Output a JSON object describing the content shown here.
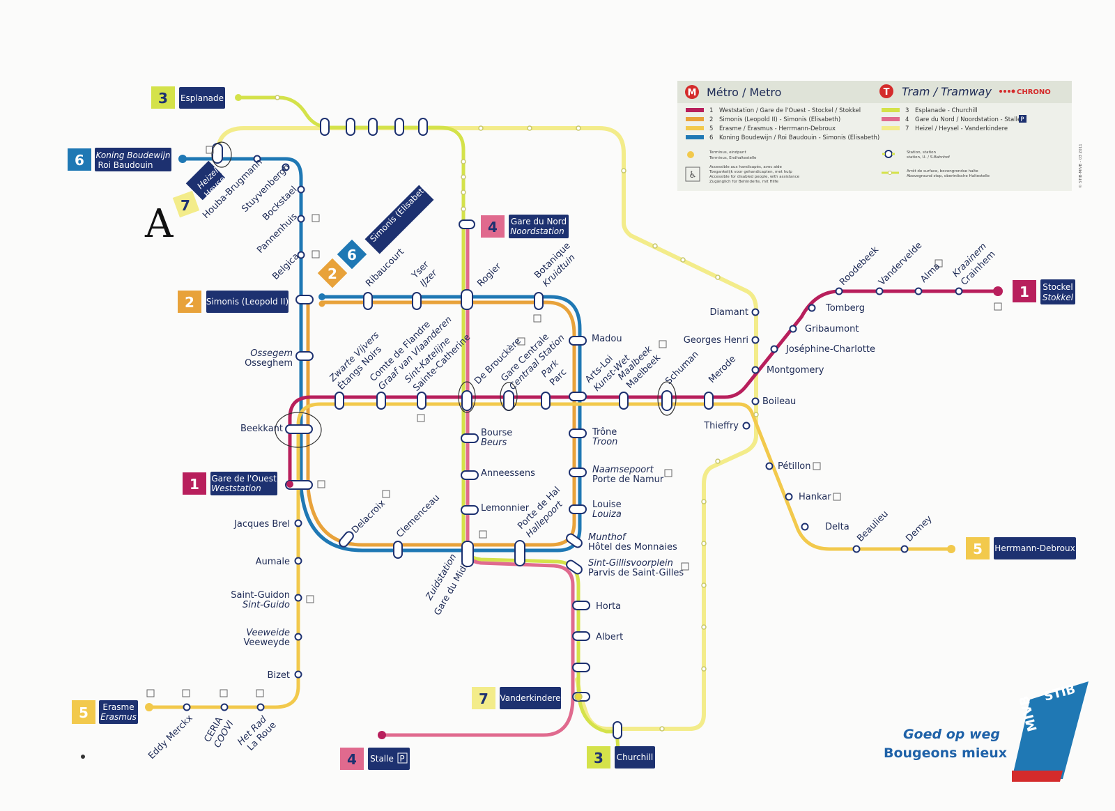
{
  "legend": {
    "metro_title": "Métro / Metro",
    "tram_title": "Tram / Tramway",
    "chrono": "CHRONO",
    "metro_lines": [
      {
        "num": "1",
        "color": "#b81f5c",
        "text": "Weststation / Gare de l'Ouest - Stockel / Stokkel"
      },
      {
        "num": "2",
        "color": "#e8a23a",
        "text": "Simonis (Leopold II) - Simonis (Elisabeth)"
      },
      {
        "num": "5",
        "color": "#f2c94c",
        "text": "Erasme / Erasmus - Herrmann-Debroux"
      },
      {
        "num": "6",
        "color": "#1f78b4",
        "text": "Koning Boudewijn / Roi Baudouin - Simonis (Elisabeth)"
      }
    ],
    "tram_lines": [
      {
        "num": "3",
        "color": "#d4e24a",
        "text": "Esplanade - Churchill"
      },
      {
        "num": "4",
        "color": "#e06a8e",
        "text": "Gare du Nord / Noordstation - Stalle"
      },
      {
        "num": "7",
        "color": "#f3ec8a",
        "text": "Heizel / Heysel - Vanderkindere"
      }
    ],
    "stalle_p": "P",
    "terminus_text": [
      "Terminus, eindpunt",
      "Terminus, Endhaltestelle"
    ],
    "access_text": [
      "Accessible aux handicapés, avec aide",
      "Toegankelijk voor gehandicapten, met hulp",
      "Accessible for disabled people, with assistance",
      "Zugänglich für Behinderte, mit Hilfe"
    ],
    "station_text": [
      "Station, station",
      "station, U- / S-Bahnhof"
    ],
    "surface_text": [
      "Arrêt de surface, bovengrondse halte",
      "Aboveground stop, oberirdische Haltestelle"
    ],
    "version": "© STIB-MIVB - 03 2011"
  },
  "terminals": {
    "esplanade": {
      "num": "3",
      "name": "Esplanade"
    },
    "koning": {
      "num": "6",
      "name1": "Koning Boudewijn",
      "name2": "Roi Baudouin"
    },
    "heysel": {
      "num": "7",
      "name1": "Heizel",
      "name2": "Heysel"
    },
    "simonis_elis": {
      "num1": "2",
      "num2": "6",
      "name": "Simonis (Elisabeth)"
    },
    "gare_nord": {
      "num": "4",
      "name1": "Gare du Nord",
      "name2": "Noordstation"
    },
    "simonis_leo": {
      "num": "2",
      "name": "Simonis (Leopold II)"
    },
    "gare_ouest": {
      "num": "1",
      "name1": "Gare de l'Ouest",
      "name2": "Weststation"
    },
    "stockel": {
      "num": "1",
      "name1": "Stockel",
      "name2": "Stokkel"
    },
    "herrmann": {
      "num": "5",
      "name": "Herrmann-Debroux"
    },
    "erasme": {
      "num": "5",
      "name1": "Erasme",
      "name2": "Erasmus"
    },
    "stalle": {
      "num": "4",
      "name": "Stalle",
      "p": "P"
    },
    "vanderkindere": {
      "num": "7",
      "name": "Vanderkindere"
    },
    "churchill": {
      "num": "3",
      "name": "Churchill"
    }
  },
  "stations": {
    "houba": "Houba-Brugmann",
    "stuyvenbergh": "Stuyvenbergh",
    "bockstael": "Bockstael",
    "pannenhuis": "Pannenhuis",
    "belgica": "Belgica",
    "ribaucourt": "Ribaucourt",
    "yser1": "Yser",
    "yser2": "IJzer",
    "rogier": "Rogier",
    "botanique1": "Botanique",
    "botanique2": "Kruidtuin",
    "madou": "Madou",
    "ossegem1": "Ossegem",
    "ossegem2": "Osseghem",
    "zwarte1": "Zwarte Vijvers",
    "zwarte2": "Étangs Noirs",
    "comte1": "Comte de Flandre",
    "comte2": "Graaf van Vlaanderen",
    "katelijne1": "Sint-Katelijne",
    "katelijne2": "Sainte-Catherine",
    "debrouckere": "De Brouckère",
    "centrale1": "Gare Centrale",
    "centrale2": "Centraal Station",
    "park1": "Park",
    "park2": "Parc",
    "artsloi1": "Arts-Loi",
    "artsloi2": "Kunst-Wet",
    "maalbeek1": "Maalbeek",
    "maalbeek2": "Maelbeek",
    "schuman": "Schuman",
    "merode": "Merode",
    "diamant": "Diamant",
    "georges": "Georges Henri",
    "montgomery": "Montgomery",
    "josephine": "Joséphine-Charlotte",
    "gribaumont": "Gribaumont",
    "tomberg": "Tomberg",
    "roodebeek": "Roodebeek",
    "vandervelde": "Vandervelde",
    "alma": "Alma",
    "kraainem1": "Kraainem",
    "kraainem2": "Crainhem",
    "boileau": "Boileau",
    "thieffry": "Thieffry",
    "petillon": "Pétillon",
    "hankar": "Hankar",
    "delta": "Delta",
    "beaulieu": "Beaulieu",
    "demey": "Demey",
    "beekkant": "Beekkant",
    "bourse1": "Bourse",
    "bourse2": "Beurs",
    "anneessens": "Anneessens",
    "lemonnier": "Lemonnier",
    "trone1": "Trône",
    "trone2": "Troon",
    "naamse1": "Naamsepoort",
    "naamse2": "Porte de Namur",
    "louise1": "Louise",
    "louise2": "Louiza",
    "munthof1": "Munthof",
    "munthof2": "Hôtel des Monnaies",
    "gilles1": "Sint-Gillisvoorplein",
    "gilles2": "Parvis de Saint-Gilles",
    "horta": "Horta",
    "albert": "Albert",
    "delacroix": "Delacroix",
    "clemenceau": "Clemenceau",
    "hal1": "Porte de Hal",
    "hal2": "Hallepoort",
    "zuid1": "Zuidstation",
    "zuid2": "Gare du Midi",
    "jacques": "Jacques Brel",
    "aumale": "Aumale",
    "guidon1": "Saint-Guidon",
    "guidon2": "Sint-Guido",
    "veeweyde1": "Veeweide",
    "veeweyde2": "Veeweyde",
    "bizet": "Bizet",
    "eddy": "Eddy Merckx",
    "ceria1": "CERIA",
    "ceria2": "COOVI",
    "hetrad1": "Het Rad",
    "hetrad2": "La Roue"
  },
  "branding": {
    "slogan1": "Goed op weg",
    "slogan2": "Bougeons mieux",
    "logo1": "STIB",
    "logo2": "MIVB"
  },
  "annotation": "A",
  "colors": {
    "line1": "#b81f5c",
    "line2": "#e8a23a",
    "line5": "#f2c94c",
    "line6": "#1f78b4",
    "tram3": "#d4e24a",
    "tram4": "#e06a8e",
    "tram7": "#f3ec8a",
    "navy": "#1d3170"
  }
}
